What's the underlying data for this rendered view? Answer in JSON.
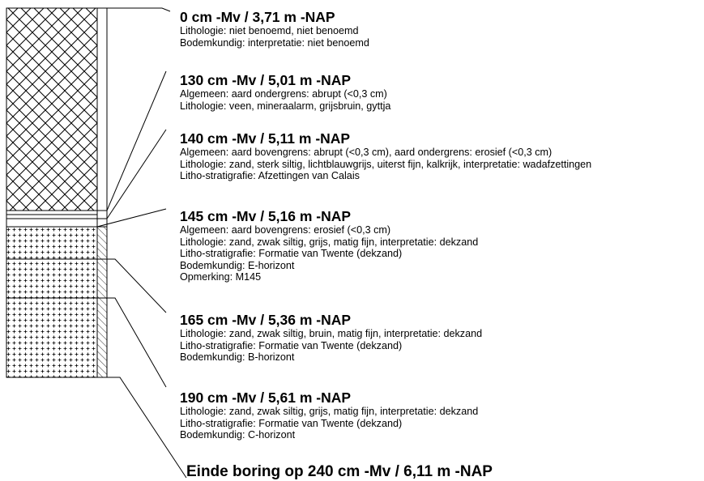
{
  "layers": [
    {
      "heading": "0 cm -Mv / 3,71 m -NAP",
      "lines": [
        "Lithologie: niet benoemd, niet benoemd",
        "Bodemkundig: interpretatie: niet benoemd"
      ]
    },
    {
      "heading": "130 cm -Mv / 5,01 m -NAP",
      "lines": [
        "Algemeen: aard ondergrens: abrupt (<0,3 cm)",
        "Lithologie: veen, mineraalarm, grijsbruin, gyttja"
      ]
    },
    {
      "heading": "140 cm -Mv / 5,11 m -NAP",
      "lines": [
        "Algemeen: aard bovengrens: abrupt (<0,3 cm), aard ondergrens: erosief (<0,3 cm)",
        "Lithologie: zand, sterk siltig, lichtblauwgrijs, uiterst fijn, kalkrijk, interpretatie: wadafzettingen",
        "Litho-stratigrafie: Afzettingen van Calais"
      ]
    },
    {
      "heading": "145 cm -Mv / 5,16 m -NAP",
      "lines": [
        "Algemeen: aard bovengrens: erosief (<0,3 cm)",
        "Lithologie: zand, zwak siltig, grijs, matig fijn, interpretatie: dekzand",
        "Litho-stratigrafie: Formatie van Twente (dekzand)",
        "Bodemkundig: E-horizont",
        "Opmerking: M145"
      ]
    },
    {
      "heading": "165 cm -Mv / 5,36 m -NAP",
      "lines": [
        "Lithologie: zand, zwak siltig, bruin, matig fijn, interpretatie: dekzand",
        "Litho-stratigrafie: Formatie van Twente (dekzand)",
        "Bodemkundig: B-horizont"
      ]
    },
    {
      "heading": "190 cm -Mv / 5,61 m -NAP",
      "lines": [
        "Lithologie: zand, zwak siltig, grijs, matig fijn, interpretatie: dekzand",
        "Litho-stratigrafie: Formatie van Twente (dekzand)",
        "Bodemkundig: C-horizont"
      ]
    }
  ],
  "end": "Einde boring op 240 cm -Mv / 6,11 m -NAP"
}
